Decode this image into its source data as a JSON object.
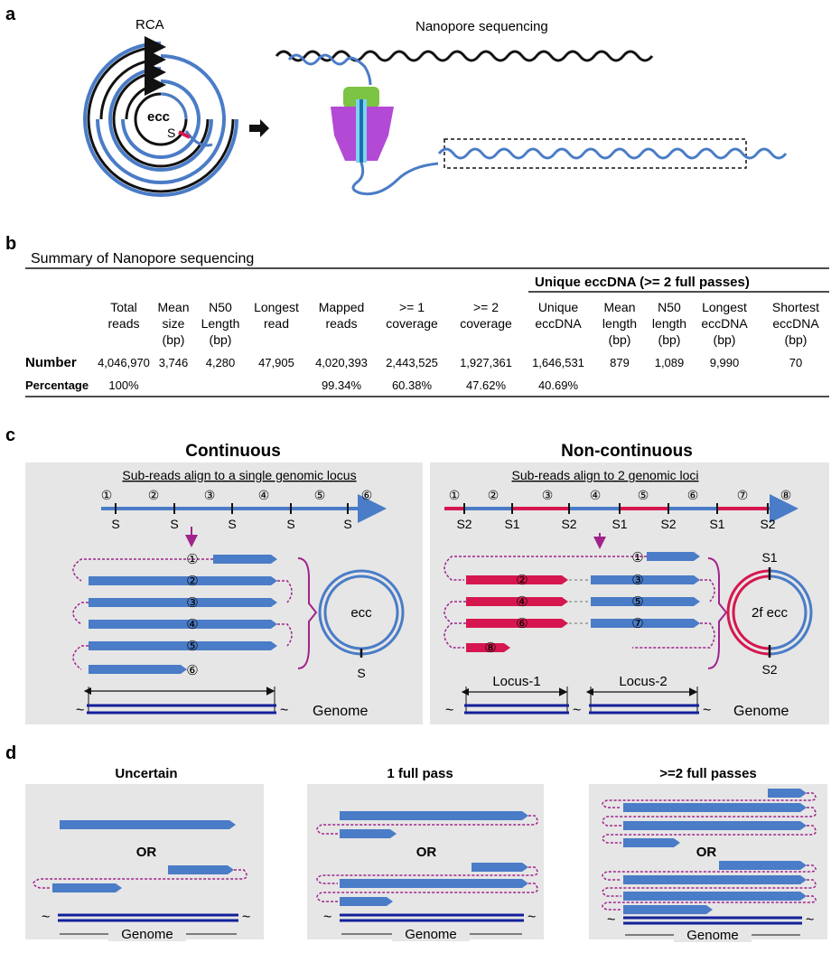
{
  "panels": {
    "a": "a",
    "b": "b",
    "c": "c",
    "d": "d"
  },
  "panel_a": {
    "rca_label": "RCA",
    "ecc_label": "ecc",
    "s_label": "S",
    "nanopore_label": "Nanopore sequencing"
  },
  "panel_b": {
    "title": "Summary of Nanopore sequencing",
    "group_header": "Unique eccDNA (>= 2 full passes)",
    "columns": [
      [
        "Total",
        "reads",
        ""
      ],
      [
        "Mean",
        "size",
        "(bp)"
      ],
      [
        "N50",
        "Length",
        "(bp)"
      ],
      [
        "Longest",
        "read",
        ""
      ],
      [
        "Mapped",
        "reads",
        ""
      ],
      [
        ">= 1",
        "coverage",
        ""
      ],
      [
        ">= 2",
        "coverage",
        ""
      ],
      [
        "Unique",
        "eccDNA",
        ""
      ],
      [
        "Mean",
        "length",
        "(bp)"
      ],
      [
        "N50",
        "length",
        "(bp)"
      ],
      [
        "Longest",
        "eccDNA",
        "(bp)"
      ],
      [
        "Shortest",
        "eccDNA",
        "(bp)"
      ]
    ],
    "rows": [
      {
        "label": "Number",
        "values": [
          "4,046,970",
          "3,746",
          "4,280",
          "47,905",
          "4,020,393",
          "2,443,525",
          "1,927,361",
          "1,646,531",
          "879",
          "1,089",
          "9,990",
          "70"
        ]
      },
      {
        "label": "Percentage",
        "values": [
          "100%",
          "",
          "",
          "",
          "99.34%",
          "60.38%",
          "47.62%",
          "40.69%",
          "",
          "",
          "",
          ""
        ]
      }
    ]
  },
  "panel_c": {
    "left": {
      "title": "Continuous",
      "subtitle": "Sub-reads align to a single genomic locus",
      "segments": [
        "①",
        "②",
        "③",
        "④",
        "⑤",
        "⑥"
      ],
      "sites": [
        "S",
        "S",
        "S",
        "S",
        "S"
      ],
      "ecc_label": "ecc",
      "s_label": "S",
      "genome_label": "Genome",
      "tilde": "~"
    },
    "right": {
      "title": "Non-continuous",
      "subtitle": "Sub-reads align to 2 genomic loci",
      "segments": [
        "①",
        "②",
        "③",
        "④",
        "⑤",
        "⑥",
        "⑦",
        "⑧"
      ],
      "sites": [
        "S2",
        "S1",
        "S2",
        "S1",
        "S2",
        "S1",
        "S2"
      ],
      "ecc_label": "2f ecc",
      "s1_label": "S1",
      "s2_label": "S2",
      "locus1": "Locus-1",
      "locus2": "Locus-2",
      "genome_label": "Genome",
      "tilde": "~"
    }
  },
  "panel_d": {
    "boxes": [
      {
        "title": "Uncertain",
        "or": "OR",
        "genome": "Genome"
      },
      {
        "title": "1 full pass",
        "or": "OR",
        "genome": "Genome"
      },
      {
        "title": ">=2 full passes",
        "or": "OR",
        "genome": "Genome"
      }
    ],
    "tilde": "~"
  },
  "colors": {
    "read_blue": "#4a7cc7",
    "read_red": "#d6174f",
    "loop_purple": "#a0248c",
    "genome_navy": "#13209a",
    "panel_gray": "#e6e6e6"
  }
}
